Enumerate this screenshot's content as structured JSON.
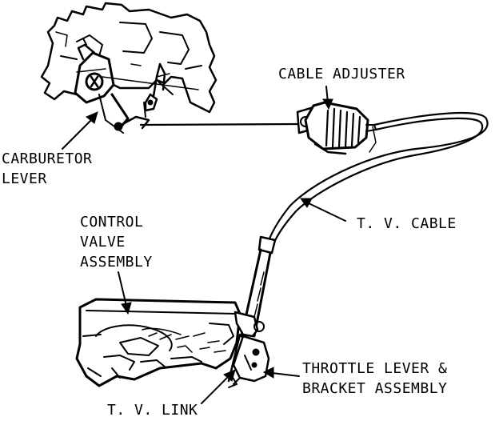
{
  "labels": {
    "carburetor_lever": [
      "CARBURETOR",
      "LEVER"
    ],
    "cable_adjuster": "CABLE ADJUSTER",
    "tv_cable": "T. V.  CABLE",
    "control_valve_assembly": [
      "CONTROL",
      "VALVE",
      "ASSEMBLY"
    ],
    "throttle_lever_bracket": [
      "THROTTLE LEVER &",
      "BRACKET ASSEMBLY"
    ],
    "tv_link": "T. V.  LINK"
  },
  "colors": {
    "ink": "#000000",
    "paper": "#ffffff"
  }
}
